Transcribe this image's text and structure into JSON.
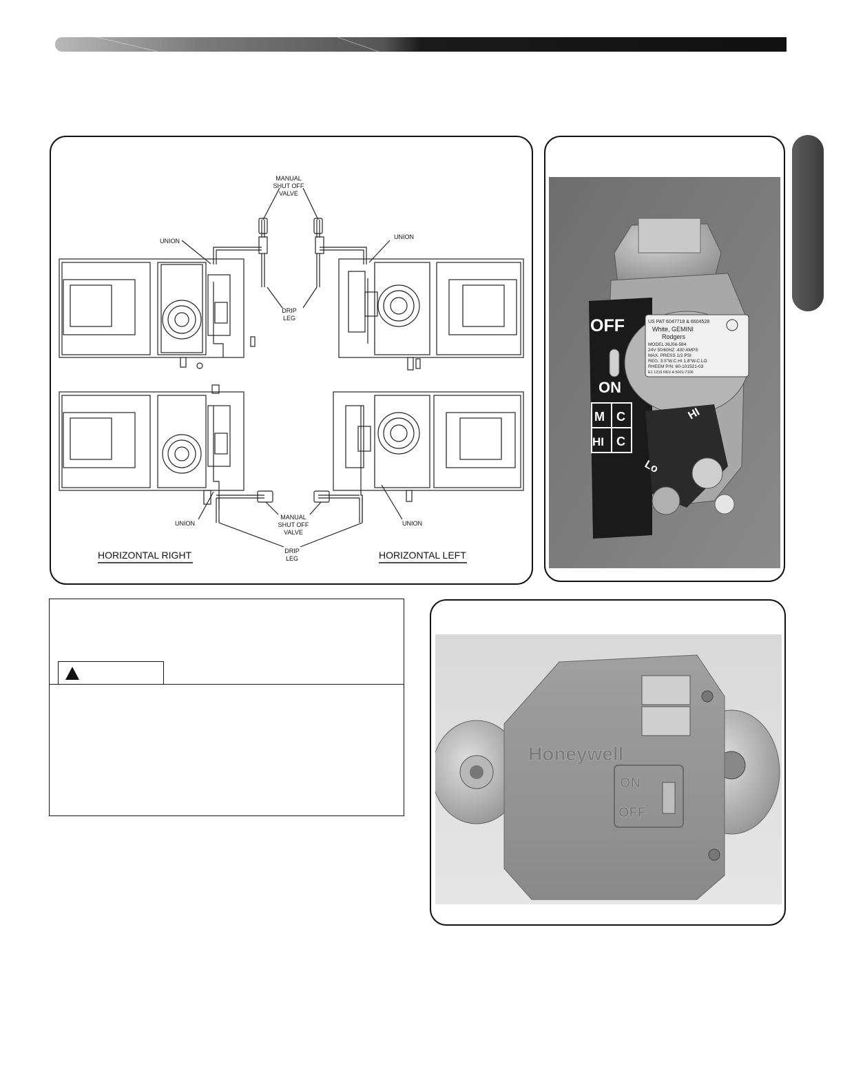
{
  "diagram": {
    "labels": {
      "manual_valve_top": [
        "MANUAL",
        "SHUT OFF",
        "VALVE"
      ],
      "union_top_left": "UNION",
      "union_top_right": "UNION",
      "drip_leg_top": [
        "DRIP",
        "LEG"
      ],
      "union_bottom_left": "UNION",
      "union_bottom_right": "UNION",
      "manual_valve_bottom": [
        "MANUAL",
        "SHUT OFF",
        "VALVE"
      ],
      "drip_leg_bottom": [
        "DRIP",
        "LEG"
      ]
    },
    "headings": {
      "horizontal_right": "HORIZONTAL RIGHT",
      "horizontal_left": "HORIZONTAL LEFT"
    }
  },
  "gas_valve_photo_1": {
    "switch_off": "OFF",
    "switch_on": "ON",
    "mode_labels": [
      "C",
      "M",
      "C",
      "HI"
    ],
    "hi_label": "HI",
    "lo_label": "Lo",
    "nameplate": [
      "US PAT 6047718 & 6604528",
      "White, GEMINI",
      "Rodgers",
      "MODEL 36J56-584",
      "24V 50/60HZ .430 AMPS",
      "MAX. PRESS 1/2 PSI",
      "REG. 3.5\"W.C.HI  1.8\"W.C.LO",
      "RHEEM P/N: 60-101521-03",
      "E1   1219   REV A   5001-7106"
    ]
  },
  "gas_valve_photo_2": {
    "brand": "Honeywell",
    "switch_on": "ON",
    "switch_off": "OFF"
  },
  "warning": {
    "title": ""
  }
}
